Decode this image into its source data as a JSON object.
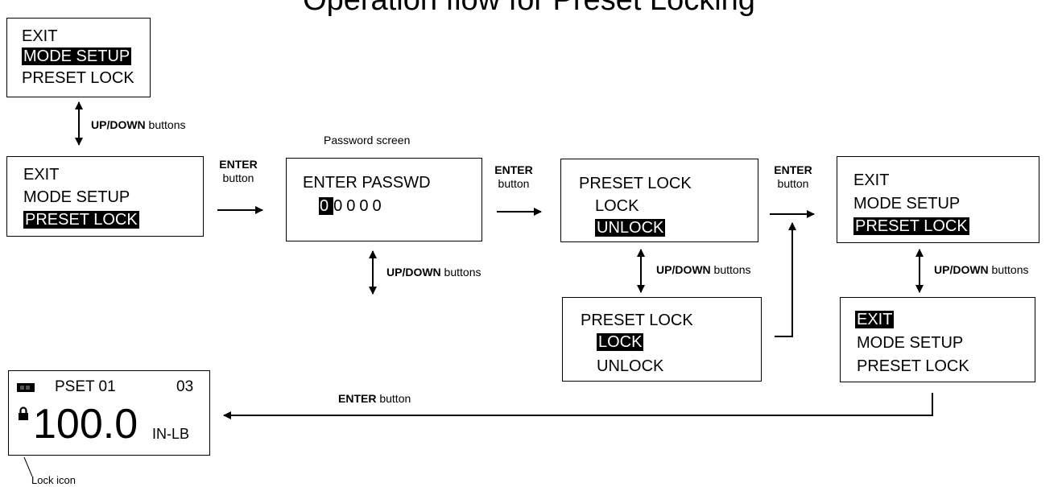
{
  "title": "Operation flow for Preset Locking",
  "boxes": {
    "menu_mode": {
      "line1": "EXIT",
      "line2": "MODE SETUP",
      "line3": "PRESET LOCK"
    },
    "menu_preset": {
      "line1": "EXIT",
      "line2": "MODE SETUP",
      "line3": "PRESET LOCK"
    },
    "password": {
      "heading": "ENTER PASSWD",
      "first_digit": "0",
      "rest_digits": "0000"
    },
    "lock_unlock": {
      "line1": "PRESET LOCK",
      "line2": "LOCK",
      "line3": "UNLOCK"
    },
    "lock_lock": {
      "line1": "PRESET LOCK",
      "line2": "LOCK",
      "line3": "UNLOCK"
    },
    "menu_result": {
      "line1": "EXIT",
      "line2": "MODE SETUP",
      "line3": "PRESET LOCK"
    },
    "menu_exit": {
      "line1": "EXIT",
      "line2": "MODE SETUP",
      "line3": "PRESET LOCK"
    },
    "display": {
      "pset": "PSET 01",
      "count": "03",
      "value": "100.0",
      "unit": "IN-LB"
    }
  },
  "labels": {
    "updown_bold": "UP/DOWN",
    "updown_rest": " buttons",
    "enter_bold": "ENTER",
    "enter_rest": "button",
    "enter_button_rest": " button",
    "password_screen": "Password screen",
    "lock_icon": "Lock icon"
  },
  "icons": [
    "battery-icon",
    "lock-icon"
  ]
}
